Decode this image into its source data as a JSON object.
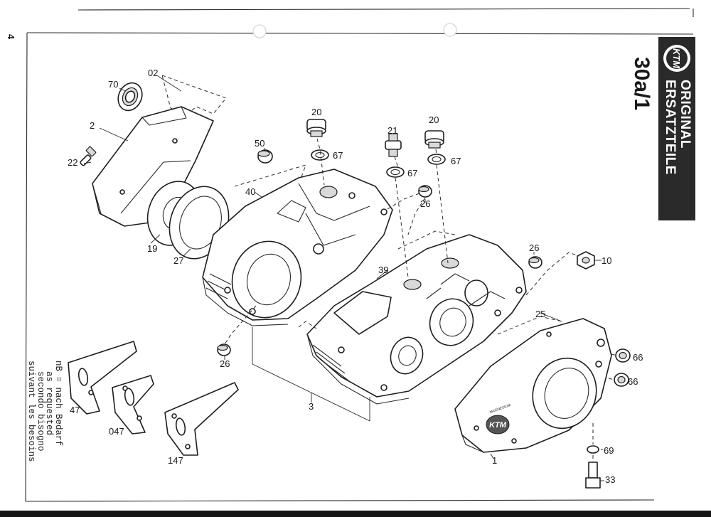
{
  "page_number": "4",
  "sheet_code": "30a/1",
  "brand": {
    "logo_text": "KTM",
    "line1": "ORIGINAL",
    "line2": "ERSATZTEILE"
  },
  "note": {
    "line1": "nB = nach Bedarf",
    "line2": "as requested",
    "line3": "secondo bisogno",
    "line4": "suivant les besoins"
  },
  "cover_text": {
    "brand": "KTM",
    "small": "MAGNESIUM"
  },
  "callouts": {
    "c02": "02",
    "c70": "70",
    "c2": "2",
    "c22": "22",
    "c19": "19",
    "c27": "27",
    "c50": "50",
    "c40": "40",
    "c20a": "20",
    "c67a": "67",
    "c21": "21",
    "c67b": "67",
    "c20b": "20",
    "c67c": "67",
    "c26a": "26",
    "c39": "39",
    "c26b": "26",
    "c10": "10",
    "c25": "25",
    "c26c": "26",
    "c3": "3",
    "c66a": "66",
    "c66b": "66",
    "c47": "47",
    "c047": "047",
    "c147": "147",
    "c1": "1",
    "c69": "69",
    "c33": "33"
  }
}
